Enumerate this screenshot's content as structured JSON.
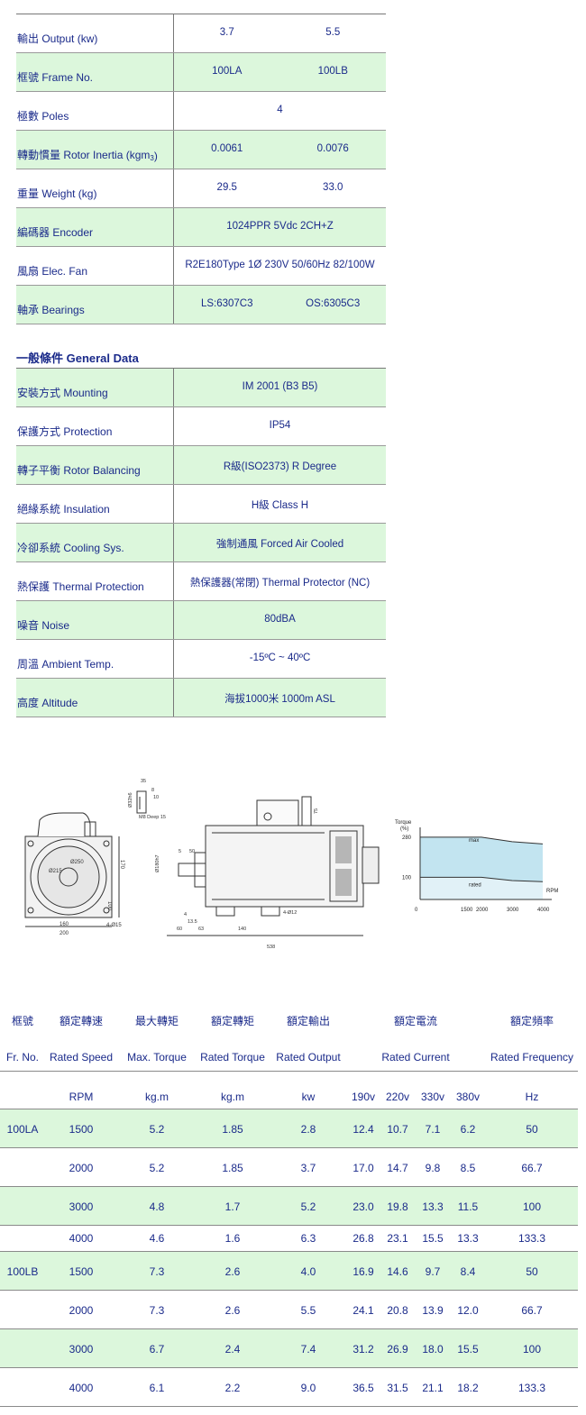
{
  "spec_table": {
    "rows": [
      {
        "label": "輸出 Output (kw)",
        "v1": "3.7",
        "v2": "5.5"
      },
      {
        "label": "框號 Frame No.",
        "v1": "100LA",
        "v2": "100LB"
      },
      {
        "label": "極數 Poles",
        "single": "4"
      },
      {
        "label": "轉動慣量 Rotor Inertia (kgm",
        "sup": "3",
        "label_end": ")",
        "v1": "0.0061",
        "v2": "0.0076"
      },
      {
        "label": "重量 Weight (kg)",
        "v1": "29.5",
        "v2": "33.0"
      },
      {
        "label": "編碼器 Encoder",
        "single": "1024PPR 5Vdc 2CH+Z"
      },
      {
        "label": "風扇 Elec. Fan",
        "single": "R2E180Type 1Ø 230V 50/60Hz 82/100W"
      },
      {
        "label": "軸承 Bearings",
        "v1": "LS:6307C3",
        "v2": "OS:6305C3"
      }
    ]
  },
  "general_data": {
    "title": "一般條件 General Data",
    "rows": [
      {
        "label": "安裝方式 Mounting",
        "value": "IM 2001 (B3  B5)"
      },
      {
        "label": "保護方式 Protection",
        "value": "IP54"
      },
      {
        "label": "轉子平衡 Rotor Balancing",
        "value": "R級(ISO2373)  R Degree"
      },
      {
        "label": "絕緣系統 Insulation",
        "value": "H級   Class H"
      },
      {
        "label": "冷卻系統 Cooling Sys.",
        "value": "強制通風  Forced Air Cooled"
      },
      {
        "label": "熱保護 Thermal Protection",
        "value": "熱保護器(常閉)  Thermal Protector (NC)"
      },
      {
        "label": "噪音 Noise",
        "value": "80dBA"
      },
      {
        "label": "周溫 Ambient Temp.",
        "value": "-15ºC ~ 40ºC"
      },
      {
        "label": "高度 Altitude",
        "value": "海拔1000米  1000m ASL"
      }
    ]
  },
  "drawing": {
    "front_dims": {
      "d1": "Ø215",
      "d2": "Ø250",
      "h1": "170",
      "h2": "100",
      "w1": "160",
      "w2": "200",
      "holes": "4-Ø15"
    },
    "side_dims": {
      "top1": "35",
      "top2": "8",
      "top3": "10",
      "shaft": "Ø32h6",
      "tap": "M8 Deep 15",
      "key1": "5",
      "key2": "50",
      "flange": "Ø180h7",
      "fan": "75",
      "a": "4",
      "b": "13.5",
      "c": "60",
      "d": "63",
      "e": "140",
      "holes": "4-Ø12",
      "len": "538"
    }
  },
  "torque_chart": {
    "ylabel_line1": "Torque",
    "ylabel_line2": "(%)",
    "xlabel": "RPM",
    "max_label": "max",
    "rated_label": "rated",
    "yticks": [
      "280",
      "100"
    ],
    "xticks": [
      "0",
      "1500",
      "2000",
      "3000",
      "4000"
    ]
  },
  "chart_data": {
    "type": "line",
    "xlabel": "RPM",
    "ylabel": "Torque (%)",
    "x": [
      0,
      1500,
      2000,
      3000,
      4000
    ],
    "series": [
      {
        "name": "max",
        "values": [
          280,
          280,
          280,
          260,
          250
        ]
      },
      {
        "name": "rated",
        "values": [
          100,
          100,
          100,
          85,
          80
        ]
      }
    ]
  },
  "perf_table": {
    "headers_cn": [
      "框號",
      "額定轉速",
      "最大轉矩",
      "額定轉矩",
      "額定輸出",
      "額定電流",
      "額定頻率"
    ],
    "headers_en": [
      "Fr. No.",
      "Rated Speed",
      "Max. Torque",
      "Rated Torque",
      "Rated Output",
      "Rated Current",
      "Rated Frequency"
    ],
    "units": [
      "RPM",
      "kg.m",
      "kg.m",
      "kw",
      "190v",
      "220v",
      "330v",
      "380v",
      "Hz"
    ],
    "rows": [
      {
        "frame": "100LA",
        "rpm": "1500",
        "max": "5.2",
        "rated": "1.85",
        "kw": "2.8",
        "a190": "12.4",
        "a220": "10.7",
        "a330": "7.1",
        "a380": "6.2",
        "hz": "50"
      },
      {
        "frame": "",
        "rpm": "2000",
        "max": "5.2",
        "rated": "1.85",
        "kw": "3.7",
        "a190": "17.0",
        "a220": "14.7",
        "a330": "9.8",
        "a380": "8.5",
        "hz": "66.7"
      },
      {
        "frame": "",
        "rpm": "3000",
        "max": "4.8",
        "rated": "1.7",
        "kw": "5.2",
        "a190": "23.0",
        "a220": "19.8",
        "a330": "13.3",
        "a380": "11.5",
        "hz": "100"
      },
      {
        "frame": "",
        "rpm": "4000",
        "max": "4.6",
        "rated": "1.6",
        "kw": "6.3",
        "a190": "26.8",
        "a220": "23.1",
        "a330": "15.5",
        "a380": "13.3",
        "hz": "133.3"
      },
      {
        "frame": "100LB",
        "rpm": "1500",
        "max": "7.3",
        "rated": "2.6",
        "kw": "4.0",
        "a190": "16.9",
        "a220": "14.6",
        "a330": "9.7",
        "a380": "8.4",
        "hz": "50"
      },
      {
        "frame": "",
        "rpm": "2000",
        "max": "7.3",
        "rated": "2.6",
        "kw": "5.5",
        "a190": "24.1",
        "a220": "20.8",
        "a330": "13.9",
        "a380": "12.0",
        "hz": "66.7"
      },
      {
        "frame": "",
        "rpm": "3000",
        "max": "6.7",
        "rated": "2.4",
        "kw": "7.4",
        "a190": "31.2",
        "a220": "26.9",
        "a330": "18.0",
        "a380": "15.5",
        "hz": "100"
      },
      {
        "frame": "",
        "rpm": "4000",
        "max": "6.1",
        "rated": "2.2",
        "kw": "9.0",
        "a190": "36.5",
        "a220": "31.5",
        "a330": "21.1",
        "a380": "18.2",
        "hz": "133.3"
      }
    ]
  }
}
